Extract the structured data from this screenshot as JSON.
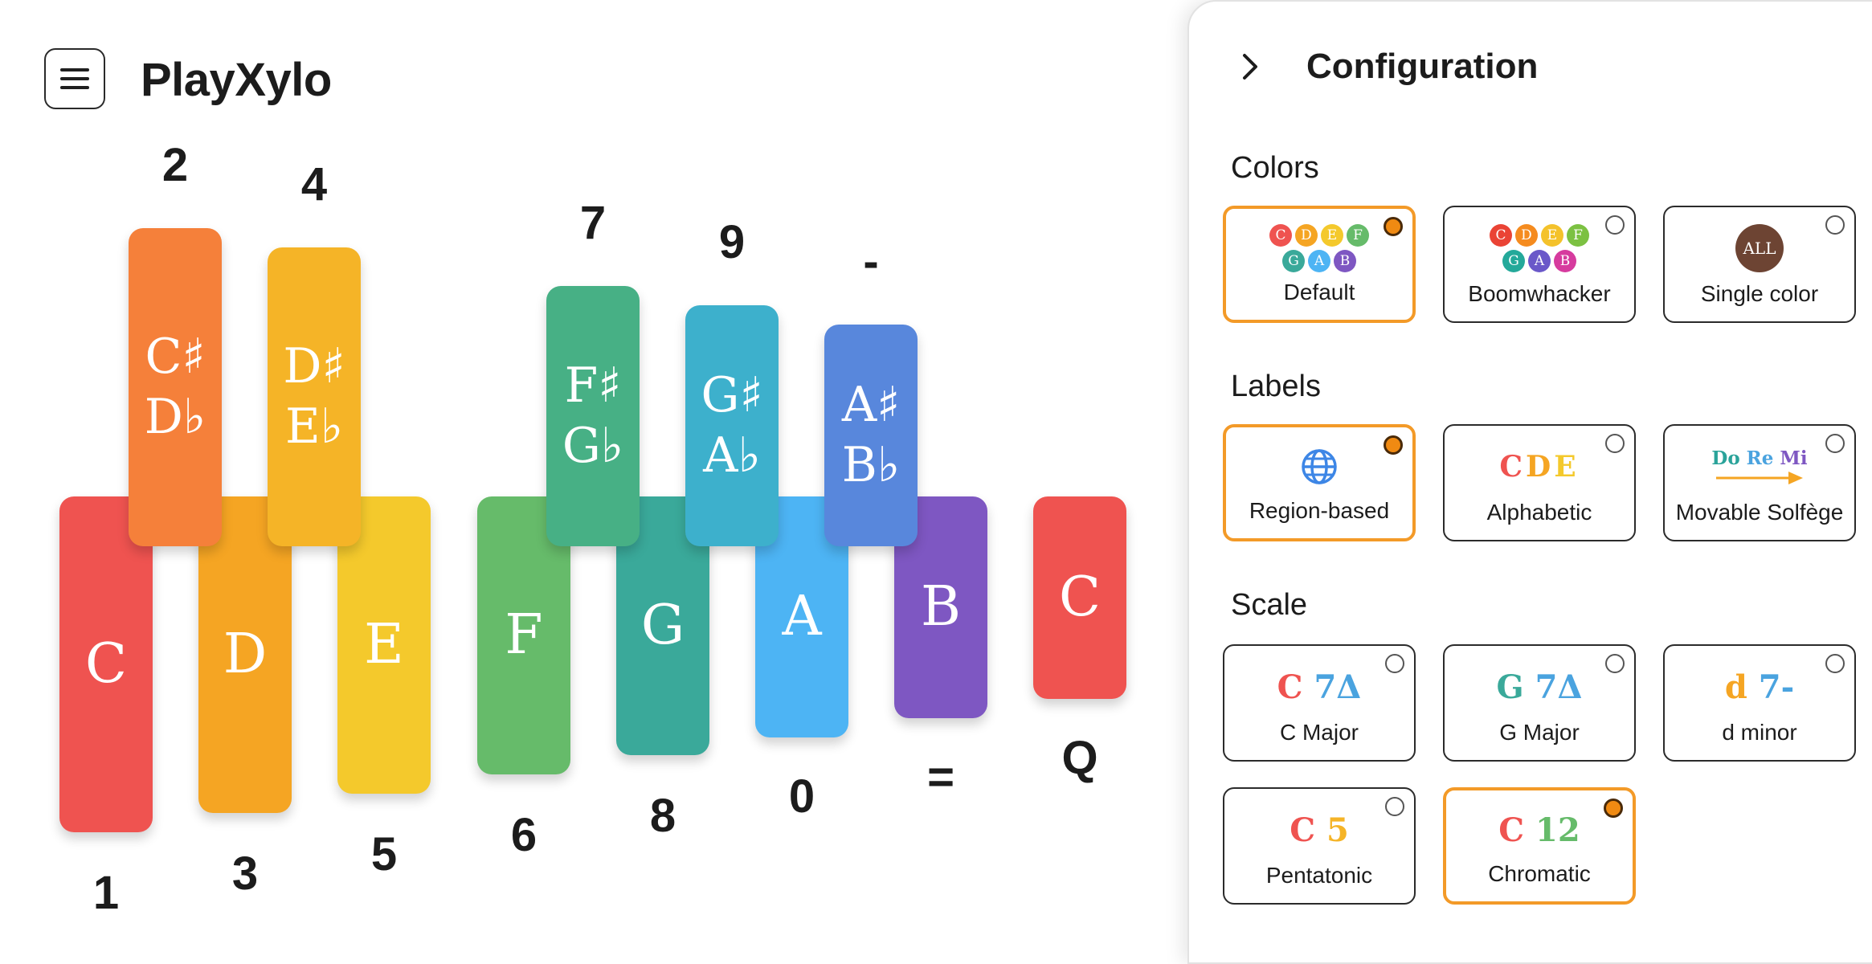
{
  "app": {
    "title": "PlayXylo"
  },
  "xylophone": {
    "naturals": [
      {
        "note": "C",
        "key": "1",
        "color": "#ef5350"
      },
      {
        "note": "D",
        "key": "3",
        "color": "#f5a523"
      },
      {
        "note": "E",
        "key": "5",
        "color": "#f4c92c"
      },
      {
        "note": "F",
        "key": "6",
        "color": "#66bb6a"
      },
      {
        "note": "G",
        "key": "8",
        "color": "#3aa99a"
      },
      {
        "note": "A",
        "key": "0",
        "color": "#4db4f4"
      },
      {
        "note": "B",
        "key": "=",
        "color": "#7e57c2"
      },
      {
        "note": "C",
        "key": "Q",
        "color": "#ef5350"
      }
    ],
    "accidentals": [
      {
        "sharp": "C♯",
        "flat": "D♭",
        "key": "2",
        "color": "#f5803a"
      },
      {
        "sharp": "D♯",
        "flat": "E♭",
        "key": "4",
        "color": "#f5b427"
      },
      {
        "sharp": "F♯",
        "flat": "G♭",
        "key": "7",
        "color": "#47b085"
      },
      {
        "sharp": "G♯",
        "flat": "A♭",
        "key": "9",
        "color": "#3db0cc"
      },
      {
        "sharp": "A♯",
        "flat": "B♭",
        "key": "-",
        "color": "#5887dc"
      }
    ]
  },
  "config": {
    "title": "Configuration",
    "colors": {
      "title": "Colors",
      "options": [
        {
          "label": "Default",
          "selected": true
        },
        {
          "label": "Boomwhacker",
          "selected": false
        },
        {
          "label": "Single color",
          "selected": false,
          "badge": "ALL"
        }
      ],
      "default_dots": [
        {
          "t": "C",
          "c": "#ef5350"
        },
        {
          "t": "D",
          "c": "#f5a523"
        },
        {
          "t": "E",
          "c": "#f4c92c"
        },
        {
          "t": "F",
          "c": "#66bb6a"
        },
        {
          "t": "G",
          "c": "#3aa99a"
        },
        {
          "t": "A",
          "c": "#4db4f4"
        },
        {
          "t": "B",
          "c": "#7e57c2"
        }
      ],
      "boomwhacker_dots": [
        {
          "t": "C",
          "c": "#ea4335"
        },
        {
          "t": "D",
          "c": "#f58b1f"
        },
        {
          "t": "E",
          "c": "#f4c22b"
        },
        {
          "t": "F",
          "c": "#7cc142"
        },
        {
          "t": "G",
          "c": "#24a99a"
        },
        {
          "t": "A",
          "c": "#6a58c9"
        },
        {
          "t": "B",
          "c": "#d63b9e"
        }
      ]
    },
    "labels": {
      "title": "Labels",
      "options": [
        {
          "label": "Region-based",
          "selected": true
        },
        {
          "label": "Alphabetic",
          "selected": false
        },
        {
          "label": "Movable Solfège",
          "selected": false
        }
      ],
      "alphabetic_letters": [
        {
          "t": "C",
          "c": "#ef5350"
        },
        {
          "t": "D",
          "c": "#f5a523"
        },
        {
          "t": "E",
          "c": "#f4c92c"
        }
      ],
      "solfege_words": [
        {
          "t": "Do",
          "c": "#2aa39a"
        },
        {
          "t": "Re",
          "c": "#4aa3df"
        },
        {
          "t": "Mi",
          "c": "#7e57c2"
        }
      ]
    },
    "scale": {
      "title": "Scale",
      "options": [
        {
          "label": "C Major",
          "root": "C",
          "root_color": "#ef5350",
          "num": "7Δ",
          "num_color": "#4aa3df",
          "selected": false
        },
        {
          "label": "G Major",
          "root": "G",
          "root_color": "#3aa99a",
          "num": "7Δ",
          "num_color": "#4aa3df",
          "selected": false
        },
        {
          "label": "d minor",
          "root": "d",
          "root_color": "#f5a523",
          "num": "7-",
          "num_color": "#4aa3df",
          "selected": false
        },
        {
          "label": "Pentatonic",
          "root": "C",
          "root_color": "#ef5350",
          "num": "5",
          "num_color": "#f5b427",
          "selected": false
        },
        {
          "label": "Chromatic",
          "root": "C",
          "root_color": "#ef5350",
          "num": "12",
          "num_color": "#66bb6a",
          "selected": true
        }
      ]
    }
  }
}
